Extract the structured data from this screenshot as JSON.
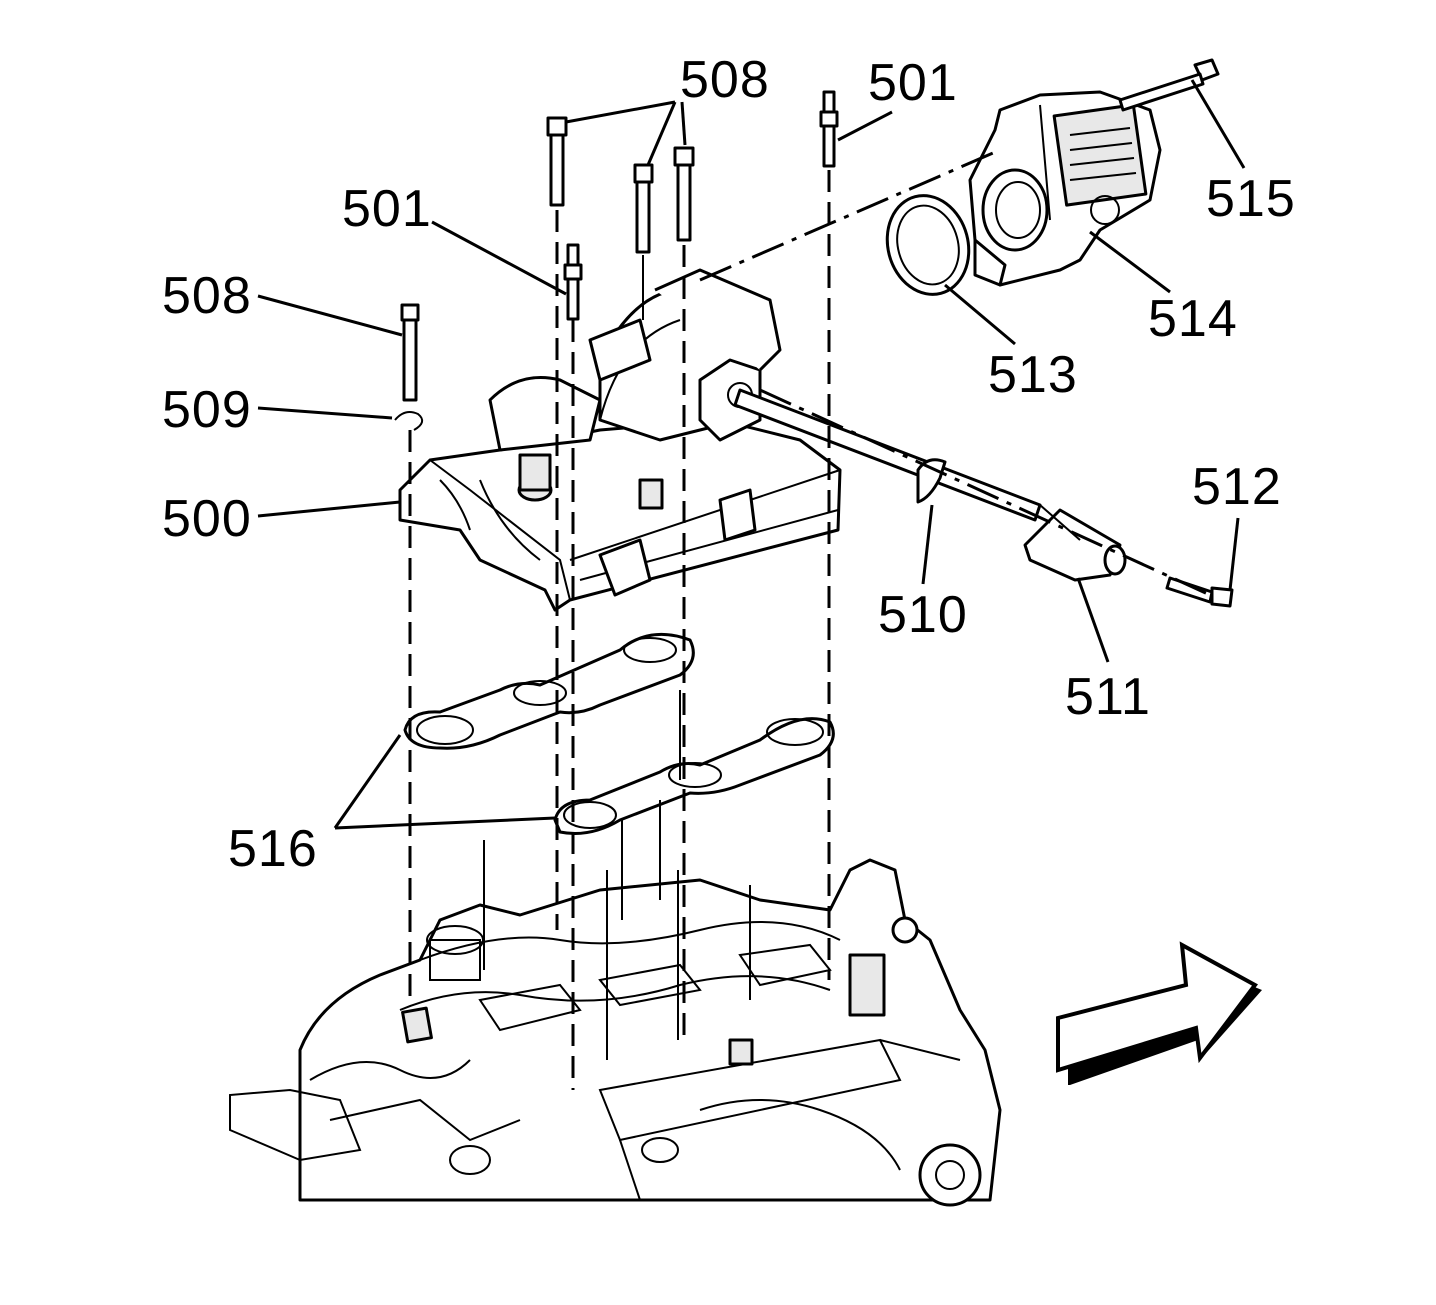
{
  "diagram": {
    "callouts": [
      {
        "id": "c508-top",
        "text": "508"
      },
      {
        "id": "c501-top-right",
        "text": "501"
      },
      {
        "id": "c501-left",
        "text": "501"
      },
      {
        "id": "c508-left",
        "text": "508"
      },
      {
        "id": "c509",
        "text": "509"
      },
      {
        "id": "c500",
        "text": "500"
      },
      {
        "id": "c515",
        "text": "515"
      },
      {
        "id": "c514",
        "text": "514"
      },
      {
        "id": "c513",
        "text": "513"
      },
      {
        "id": "c512",
        "text": "512"
      },
      {
        "id": "c510",
        "text": "510"
      },
      {
        "id": "c511",
        "text": "511"
      },
      {
        "id": "c516",
        "text": "516"
      }
    ]
  }
}
